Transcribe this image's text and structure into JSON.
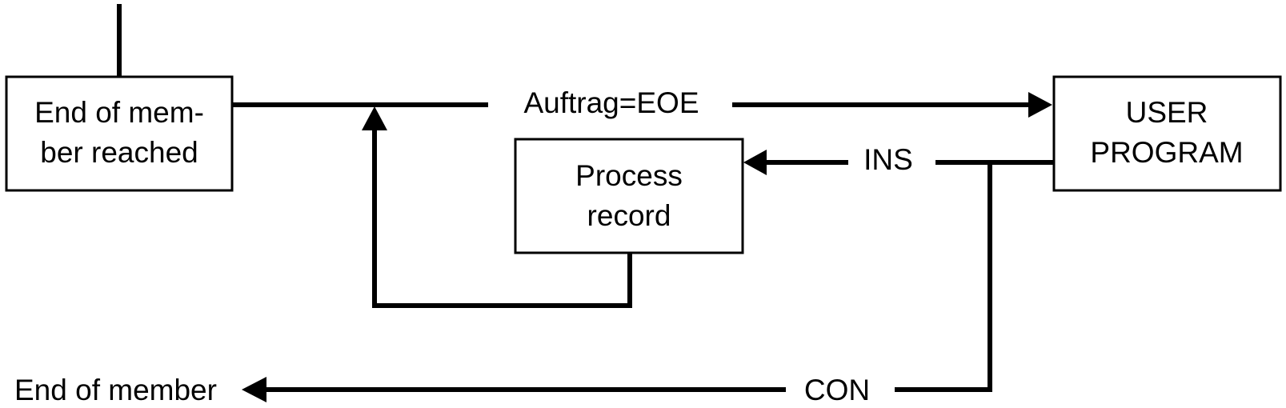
{
  "diagram": {
    "boxes": {
      "end_of_member_reached": {
        "line1": "End of mem-",
        "line2": "ber reached"
      },
      "process_record": {
        "line1": "Process",
        "line2": "record"
      },
      "user_program": {
        "line1": "USER",
        "line2": "PROGRAM"
      }
    },
    "labels": {
      "auftrag": "Auftrag=EOE",
      "ins": "INS",
      "con": "CON",
      "end_of_member": "End of member"
    }
  },
  "colors": {
    "stroke": "#000000",
    "background": "#ffffff",
    "text": "#000000"
  }
}
